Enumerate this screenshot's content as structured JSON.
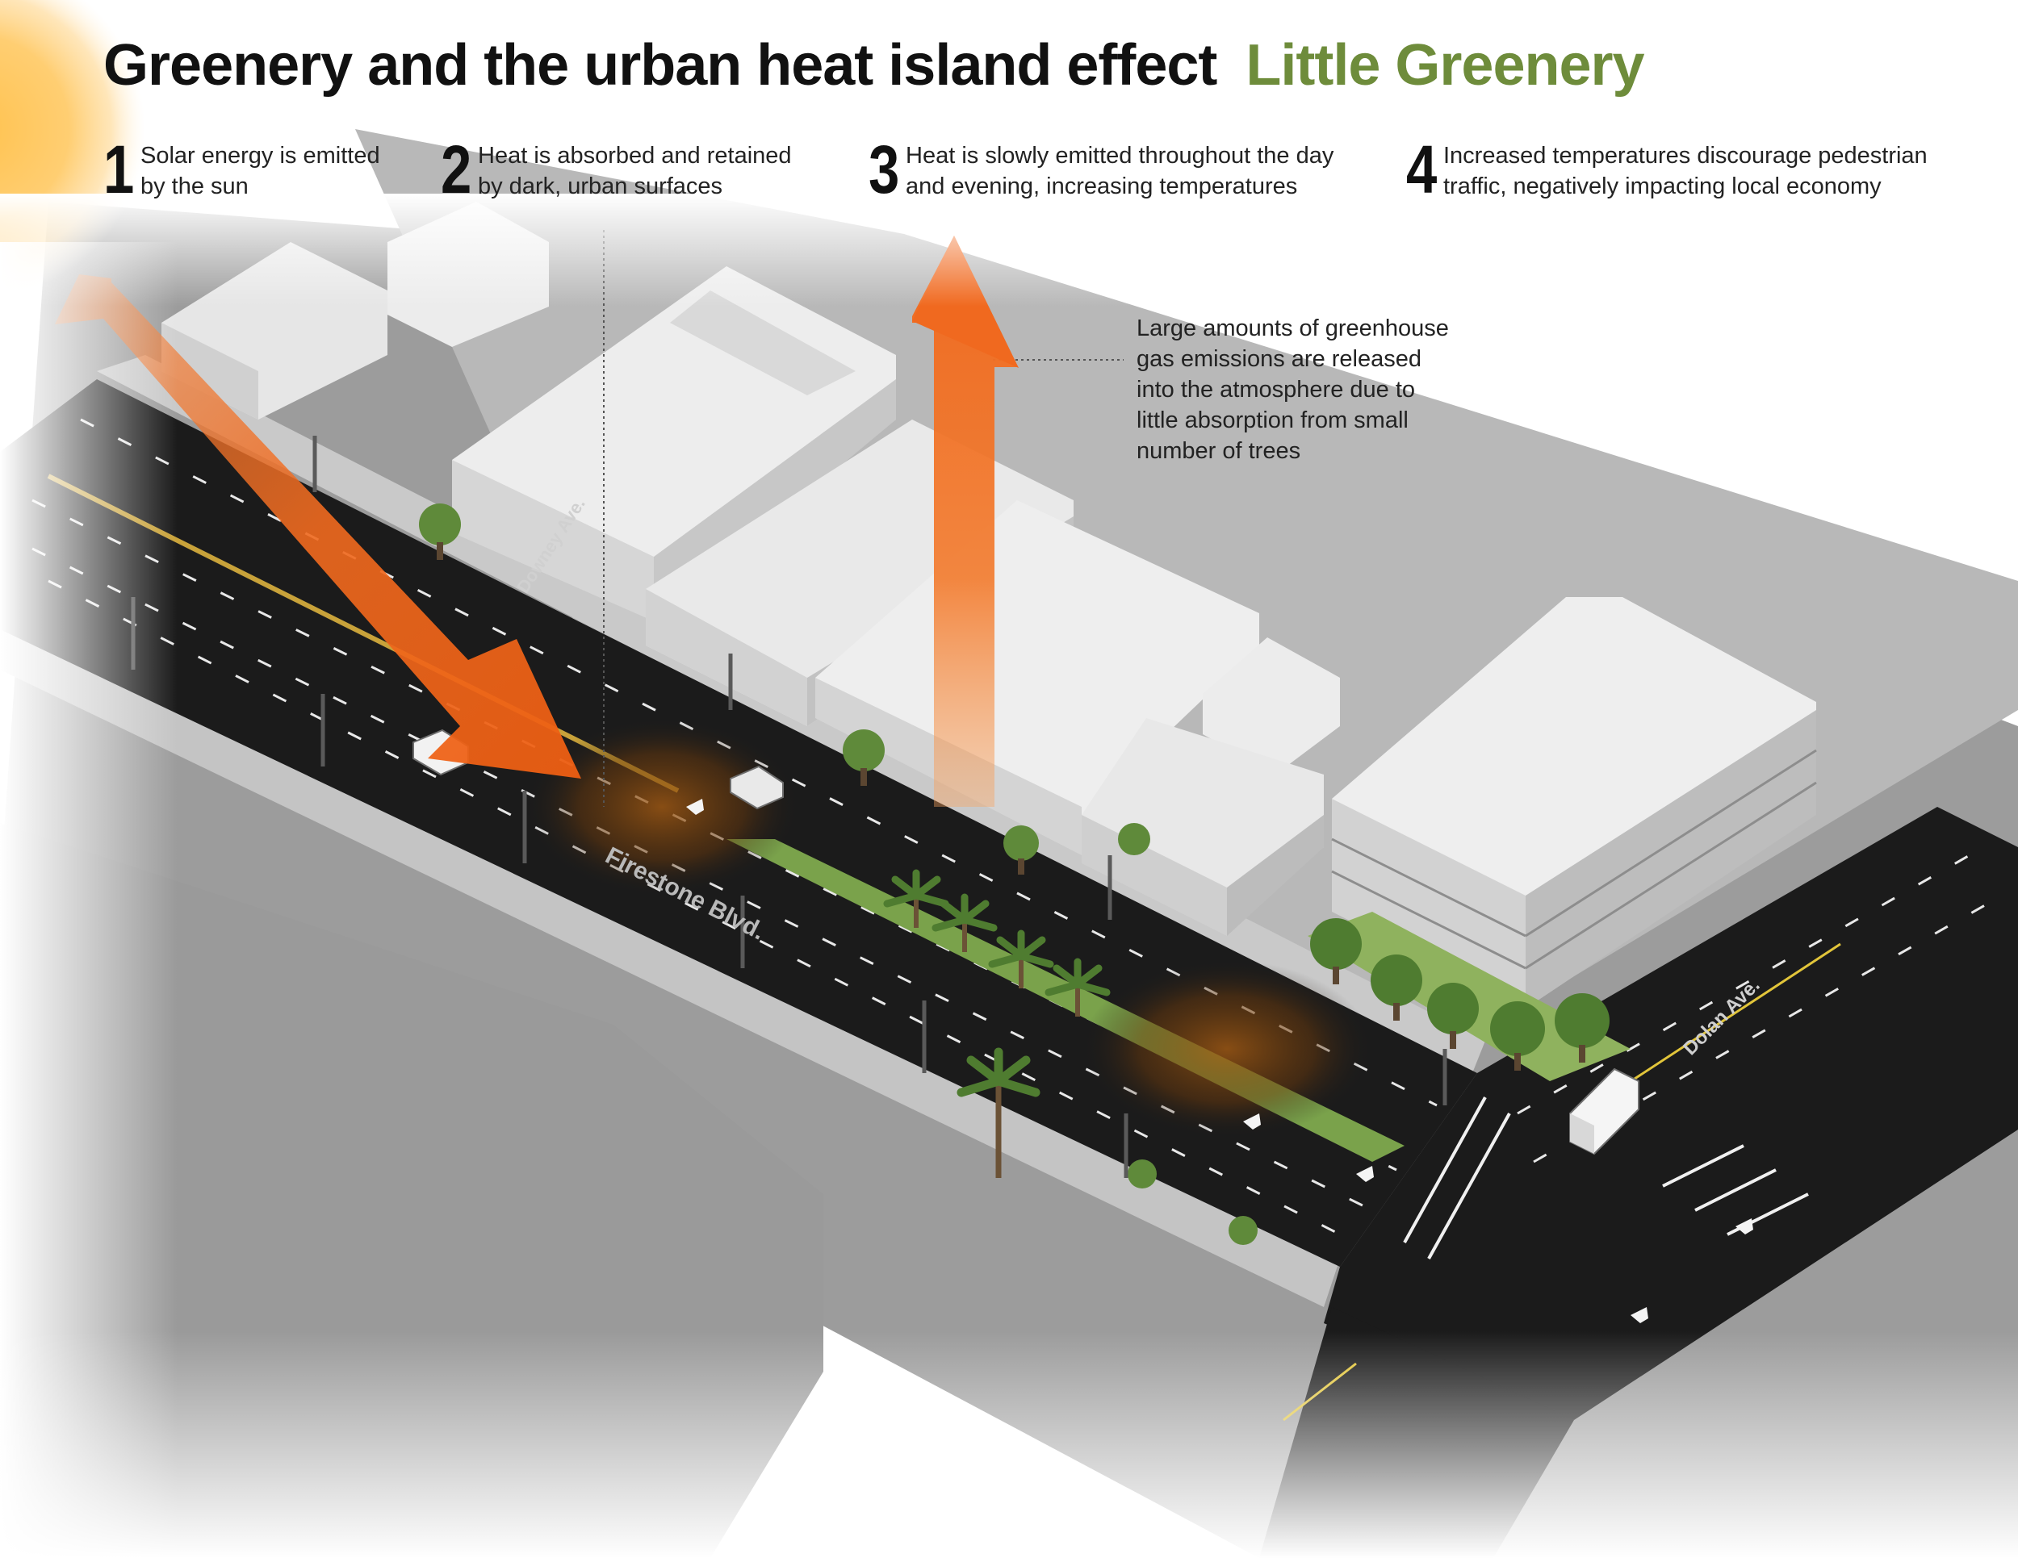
{
  "header": {
    "title": "Greenery and the urban heat island effect",
    "subtitle": "Little Greenery",
    "subtitle_color": "#6e8c3b"
  },
  "steps": [
    {
      "number": "1",
      "text": "Solar energy is emitted\nby the sun"
    },
    {
      "number": "2",
      "text": "Heat is absorbed and retained\nby dark, urban surfaces"
    },
    {
      "number": "3",
      "text": "Heat is slowly emitted throughout the day\nand evening, increasing temperatures"
    },
    {
      "number": "4",
      "text": "Increased temperatures discourage pedestrian\ntraffic, negatively impacting local economy"
    }
  ],
  "annotation": {
    "text": "Large amounts of greenhouse\ngas emissions are released\ninto the atmosphere due to\nlittle absorption from small\nnumber of trees"
  },
  "streets": {
    "main": "Firestone Blvd.",
    "cross": "Dolan Ave.",
    "side": "Downey Ave."
  },
  "colors": {
    "heat_arrow": "#f0691f",
    "sun": "#ffc55e",
    "road": "#1b1b1b",
    "building": "#e4e4e4",
    "tree": "#5f8a3a"
  },
  "icons": [
    "sun-icon",
    "incoming-heat-arrow-icon",
    "rising-heat-arrow-icon",
    "truck-icon",
    "car-icon",
    "tree-icon",
    "palm-tree-icon"
  ]
}
